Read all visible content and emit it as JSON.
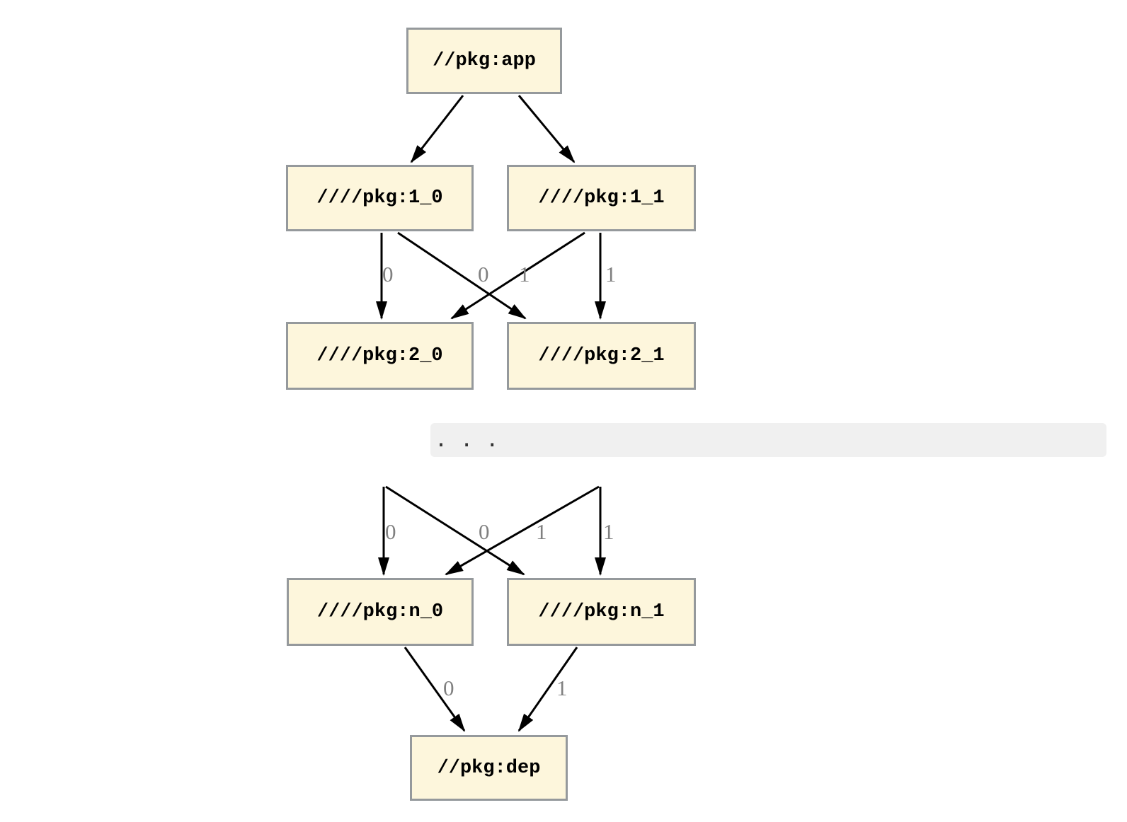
{
  "diagram": {
    "kind": "build-dependency-graph",
    "nodes": [
      {
        "id": "app",
        "label": "//pkg:app"
      },
      {
        "id": "1_0",
        "label": "////pkg:1_0"
      },
      {
        "id": "1_1",
        "label": "////pkg:1_1"
      },
      {
        "id": "2_0",
        "label": "////pkg:2_0"
      },
      {
        "id": "2_1",
        "label": "////pkg:2_1"
      },
      {
        "id": "n_0",
        "label": "////pkg:n_0"
      },
      {
        "id": "n_1",
        "label": "////pkg:n_1"
      },
      {
        "id": "dep",
        "label": "//pkg:dep"
      }
    ],
    "edges": [
      {
        "from": "app",
        "to": "1_0",
        "label": ""
      },
      {
        "from": "app",
        "to": "1_1",
        "label": ""
      },
      {
        "from": "1_0",
        "to": "2_0",
        "label": "0"
      },
      {
        "from": "1_0",
        "to": "2_1",
        "label": "1"
      },
      {
        "from": "1_1",
        "to": "2_0",
        "label": "0"
      },
      {
        "from": "1_1",
        "to": "2_1",
        "label": "1"
      },
      {
        "from": "ellipsis",
        "to": "n_0",
        "label": "0"
      },
      {
        "from": "ellipsis",
        "to": "n_1",
        "label": "1"
      },
      {
        "from": "ellipsis",
        "to": "n_0",
        "label": "0"
      },
      {
        "from": "ellipsis",
        "to": "n_1",
        "label": "1"
      },
      {
        "from": "n_0",
        "to": "dep",
        "label": "0"
      },
      {
        "from": "n_1",
        "to": "dep",
        "label": "1"
      }
    ],
    "ellipsis_text": ". . .",
    "colors": {
      "node_fill": "#FDF6DC",
      "node_border": "#95999C",
      "edge": "#000000",
      "edge_label": "#808080",
      "ellipsis_bg": "#F0F0F0"
    }
  }
}
